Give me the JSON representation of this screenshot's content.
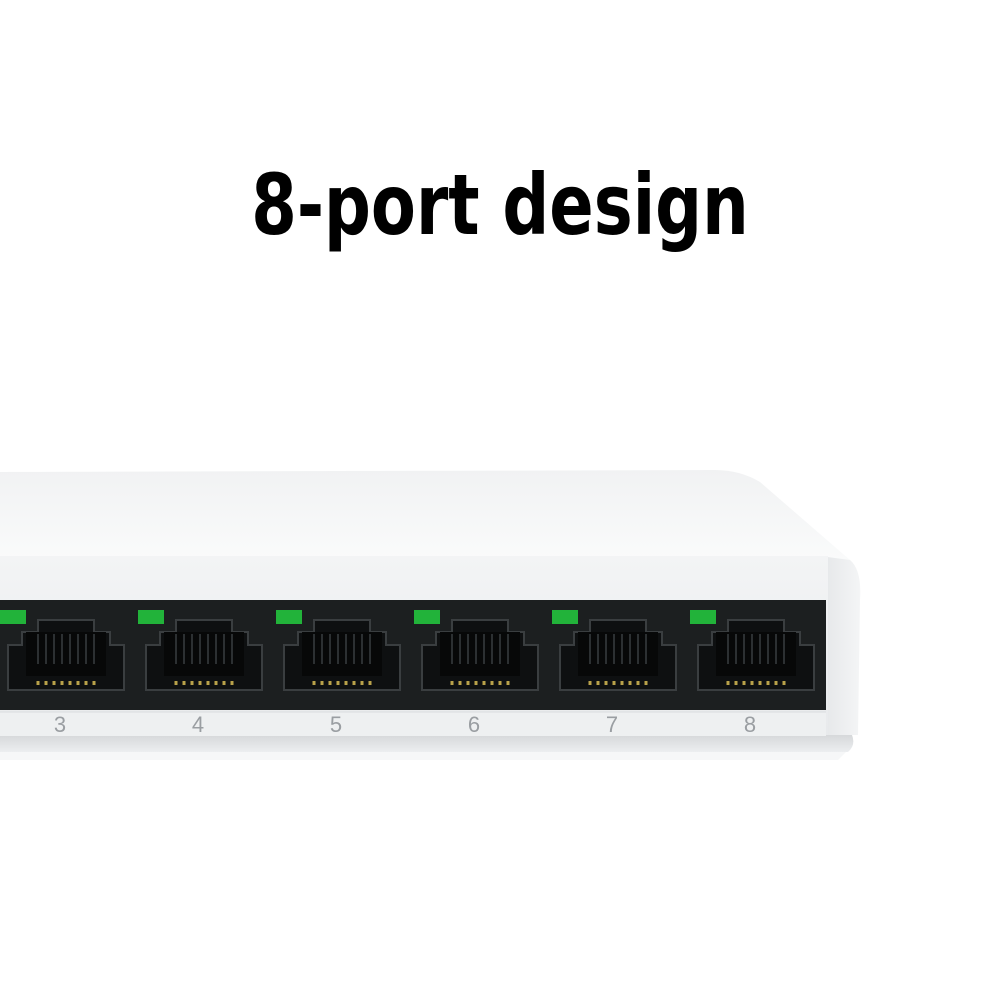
{
  "headline": "8-port design",
  "device": {
    "port_labels": [
      "3",
      "4",
      "5",
      "6",
      "7",
      "8"
    ],
    "colors": {
      "body": "#f2f3f4",
      "top_surface": "#f7f8f9",
      "panel": "#1c1f20",
      "led": "#22b33a",
      "label": "#9a9ea2"
    }
  }
}
